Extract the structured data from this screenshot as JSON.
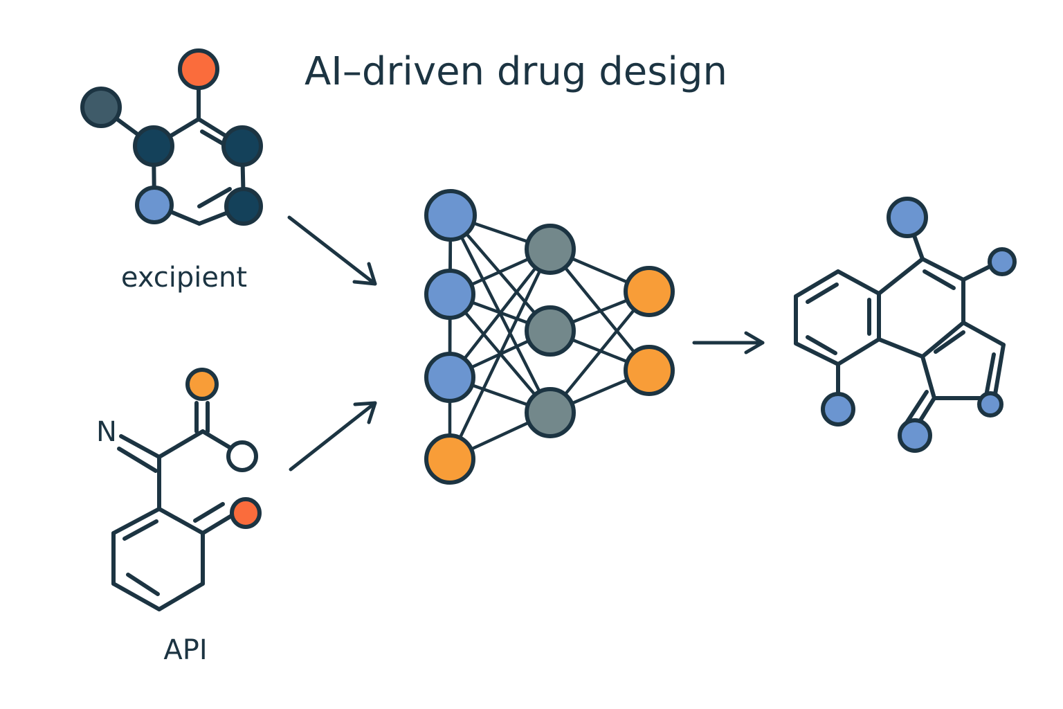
{
  "title": "AI–driven drug design",
  "labels": {
    "excipient": "excipient",
    "api": "API",
    "nitrogen": "N"
  },
  "colors": {
    "stroke": "#1c3442",
    "navy": "#14415a",
    "slate": "#3f5b69",
    "blue": "#6b95d0",
    "gray": "#73888b",
    "orange": "#f89d38",
    "red_orange": "#fa6c3c",
    "white": "#ffffff"
  },
  "icons": {
    "arrow": "arrow-icon"
  }
}
